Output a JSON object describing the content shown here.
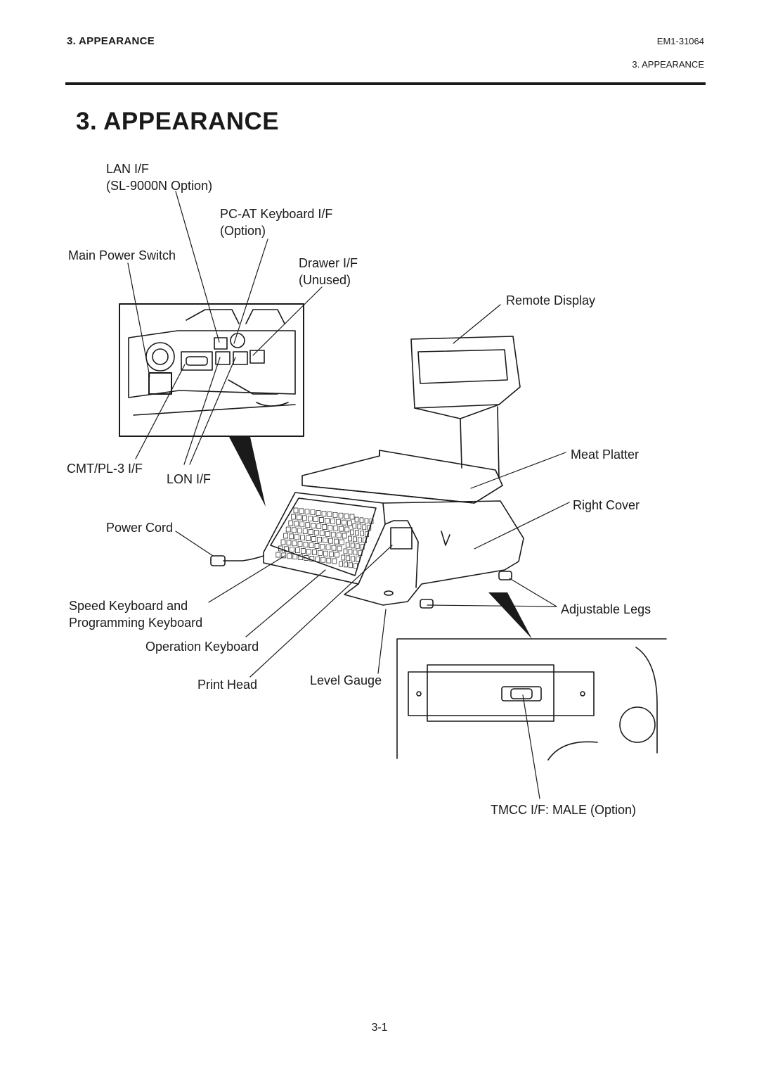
{
  "header": {
    "section_left": "3.  APPEARANCE",
    "doc_number": "EM1-31064",
    "section_right": "3. APPEARANCE"
  },
  "title": "3. APPEARANCE",
  "labels": {
    "lan_if_1": "LAN I/F",
    "lan_if_2": "(SL-9000N Option)",
    "pcat_1": "PC-AT Keyboard I/F",
    "pcat_2": "(Option)",
    "main_power": "Main Power Switch",
    "drawer_1": "Drawer I/F",
    "drawer_2": "(Unused)",
    "remote_display": "Remote Display",
    "cmt_pl3": "CMT/PL-3 I/F",
    "lon_if": "LON I/F",
    "meat_platter": "Meat Platter",
    "right_cover": "Right Cover",
    "power_cord": "Power Cord",
    "speed_kb_1": "Speed Keyboard and",
    "speed_kb_2": "Programming Keyboard",
    "adjustable_legs": "Adjustable Legs",
    "operation_kb": "Operation Keyboard",
    "print_head": "Print Head",
    "level_gauge": "Level Gauge",
    "tmcc": "TMCC I/F: MALE (Option)"
  },
  "page_number": "3-1"
}
